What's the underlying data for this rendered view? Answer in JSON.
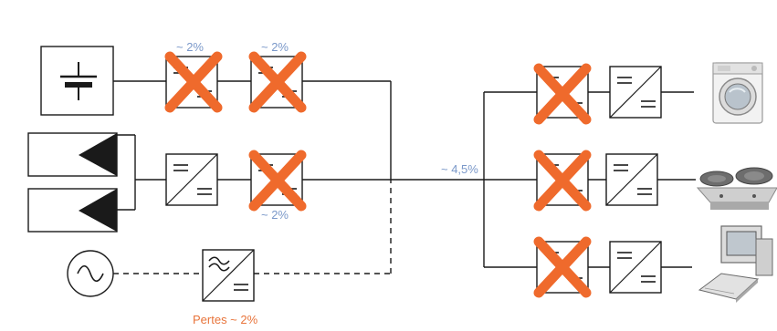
{
  "labels": {
    "loss_battery_conv1": "~ 2%",
    "loss_battery_conv2": "~ 2%",
    "loss_solar_conv2": "~ 2%",
    "loss_bus": "~ 4,5%",
    "loss_grid": "Pertes ~ 2%"
  },
  "colors": {
    "line": "#1a1a1a",
    "cross": "#ef6a2c",
    "loss_label": "#7a98c9",
    "grid_label": "#e8743b"
  },
  "icons": {
    "battery": "battery-icon",
    "solar": "solar-panel-icon",
    "grid": "ac-source-icon",
    "appliances": [
      "washing-machine-icon",
      "hot-plate-icon",
      "computer-icon"
    ]
  }
}
